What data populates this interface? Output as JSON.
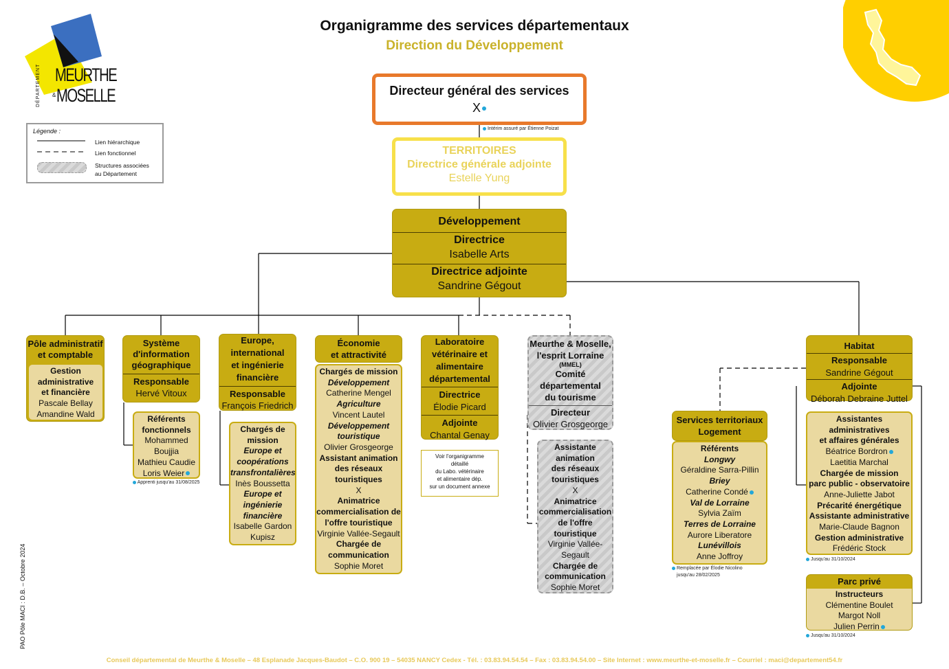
{
  "header": {
    "title": "Organigramme des services départementaux",
    "subtitle": "Direction du Développement"
  },
  "logo": {
    "small": "DÉPARTEMENT",
    "line1": "MEURTHE",
    "amp": "&",
    "line2": "MOSELLE"
  },
  "legend": {
    "title": "Légende :",
    "items": [
      "Lien hiérarchique",
      "Lien fonctionnel",
      "Structures associées",
      "au Département"
    ]
  },
  "dgs": {
    "title": "Directeur général des services",
    "name": "X",
    "note": "Intérim assuré par Étienne Poizat"
  },
  "territoires": {
    "title": "TERRITOIRES",
    "role": "Directrice générale adjointe",
    "name": "Estelle Yung"
  },
  "dev": {
    "title": "Développement",
    "role1": "Directrice",
    "name1": "Isabelle Arts",
    "role2": "Directrice adjointe",
    "name2": "Sandrine Gégout"
  },
  "pole_admin": {
    "title1": "Pôle administratif",
    "title2": "et comptable",
    "lines": [
      "Gestion",
      "administrative",
      "et financière"
    ],
    "names": [
      "Pascale Bellay",
      "Amandine Wald"
    ]
  },
  "sig": {
    "title": [
      "Système",
      "d'information",
      "géographique"
    ],
    "role": "Responsable",
    "name": "Hervé Vitoux",
    "sub_title": [
      "Référents",
      "fonctionnels"
    ],
    "sub_names": [
      "Mohammed",
      "Boujjia",
      "Mathieu Caudie",
      "Loris Weier"
    ],
    "note": "Apprenti jusqu'au 31/08/2025"
  },
  "europe": {
    "title": [
      "Europe,",
      "international",
      "et ingénierie",
      "financière"
    ],
    "role": "Responsable",
    "name": "François Friedrich",
    "sub": [
      {
        "t": "Chargés de",
        "s": "b"
      },
      {
        "t": "mission",
        "s": "b"
      },
      {
        "t": "Europe et",
        "s": "bi"
      },
      {
        "t": "coopérations",
        "s": "bi"
      },
      {
        "t": "transfrontalières",
        "s": "bi"
      },
      {
        "t": "Inès Boussetta",
        "s": ""
      },
      {
        "t": "Europe et",
        "s": "bi"
      },
      {
        "t": "ingénierie",
        "s": "bi"
      },
      {
        "t": "financière",
        "s": "bi"
      },
      {
        "t": "Isabelle Gardon",
        "s": ""
      },
      {
        "t": "Kupisz",
        "s": ""
      }
    ]
  },
  "eco": {
    "title": [
      "Économie",
      "et attractivité"
    ],
    "lines": [
      {
        "t": "Chargés de mission",
        "s": "b"
      },
      {
        "t": "Développement",
        "s": "bi"
      },
      {
        "t": "Catherine Mengel",
        "s": ""
      },
      {
        "t": "Agriculture",
        "s": "bi"
      },
      {
        "t": "Vincent Lautel",
        "s": ""
      },
      {
        "t": "Développement",
        "s": "bi"
      },
      {
        "t": "touristique",
        "s": "bi"
      },
      {
        "t": "Olivier Grosgeorge",
        "s": ""
      },
      {
        "t": "Assistant animation",
        "s": "b"
      },
      {
        "t": "des réseaux",
        "s": "b"
      },
      {
        "t": "touristiques",
        "s": "b"
      },
      {
        "t": "X",
        "s": ""
      },
      {
        "t": "Animatrice",
        "s": "b"
      },
      {
        "t": "commercialisation de",
        "s": "b"
      },
      {
        "t": "l'offre touristique",
        "s": "b"
      },
      {
        "t": "Virginie Vallée-Segault",
        "s": ""
      },
      {
        "t": "Chargée de",
        "s": "b"
      },
      {
        "t": "communication",
        "s": "b"
      },
      {
        "t": "Sophie Moret",
        "s": ""
      }
    ]
  },
  "labo": {
    "title": [
      "Laboratoire",
      "vétérinaire et",
      "alimentaire",
      "départemental"
    ],
    "role1": "Directrice",
    "name1": "Élodie Picard",
    "role2": "Adjointe",
    "name2": "Chantal Genay",
    "note": [
      "Voir l'organigramme",
      "détaillé",
      "du Labo. vétérinaire",
      "et alimentaire dép.",
      "sur un document annexe"
    ]
  },
  "mmel": {
    "title": [
      "Meurthe & Moselle,",
      "l'esprit Lorraine"
    ],
    "abbr": "(MMEL)",
    "sub": [
      "Comité",
      "départemental",
      "du tourisme"
    ],
    "role": "Directeur",
    "name": "Olivier Grosgeorge",
    "lines": [
      {
        "t": "Assistante",
        "s": "b"
      },
      {
        "t": "animation",
        "s": "b"
      },
      {
        "t": "des réseaux",
        "s": "b"
      },
      {
        "t": "touristiques",
        "s": "b"
      },
      {
        "t": "X",
        "s": ""
      },
      {
        "t": "Animatrice",
        "s": "b"
      },
      {
        "t": "commercialisation",
        "s": "b"
      },
      {
        "t": "de l'offre",
        "s": "b"
      },
      {
        "t": "touristique",
        "s": "b"
      },
      {
        "t": "Virginie Vallée-",
        "s": ""
      },
      {
        "t": "Segault",
        "s": ""
      },
      {
        "t": "Chargée de",
        "s": "b"
      },
      {
        "t": "communication",
        "s": "b"
      },
      {
        "t": "Sophie Moret",
        "s": ""
      }
    ]
  },
  "habitat": {
    "title": "Habitat",
    "role1": "Responsable",
    "name1": "Sandrine Gégout",
    "role2": "Adjointe",
    "name2": "Déborah Debraine Juttel",
    "assist": [
      {
        "t": "Assistantes",
        "s": "b"
      },
      {
        "t": "administratives",
        "s": "b"
      },
      {
        "t": "et affaires générales",
        "s": "b"
      },
      {
        "t": "Béatrice Bordron",
        "s": "dot"
      },
      {
        "t": "Laetitia Marchal",
        "s": ""
      },
      {
        "t": "Chargée de mission",
        "s": "b"
      },
      {
        "t": "parc public - observatoire",
        "s": "b"
      },
      {
        "t": "Anne-Juliette Jabot",
        "s": ""
      },
      {
        "t": "Précarité énergétique",
        "s": "b"
      },
      {
        "t": "Assistante administrative",
        "s": "b"
      },
      {
        "t": "Marie-Claude Bagnon",
        "s": ""
      },
      {
        "t": "Gestion administrative",
        "s": "b"
      },
      {
        "t": "Frédéric Stock",
        "s": ""
      }
    ],
    "assist_note": "Jusqu'au 31/10/2024",
    "prive_title": "Parc privé",
    "prive": [
      {
        "t": "Instructeurs",
        "s": "b"
      },
      {
        "t": "Clémentine Boulet",
        "s": ""
      },
      {
        "t": "Margot Noll",
        "s": ""
      },
      {
        "t": "Julien Perrin",
        "s": "dot"
      }
    ],
    "prive_note": "Jusqu'au 31/10/2024"
  },
  "services_terr": {
    "title": [
      "Services territoriaux",
      "Logement"
    ],
    "lines": [
      {
        "t": "Référents",
        "s": "b"
      },
      {
        "t": "Longwy",
        "s": "bi"
      },
      {
        "t": "Géraldine Sarra-Pillin",
        "s": ""
      },
      {
        "t": "Briey",
        "s": "bi"
      },
      {
        "t": "Catherine Condé",
        "s": "dot"
      },
      {
        "t": "Val de Lorraine",
        "s": "bi"
      },
      {
        "t": "Sylvia Zaïm",
        "s": ""
      },
      {
        "t": "Terres de Lorraine",
        "s": "bi"
      },
      {
        "t": "Aurore Liberatore",
        "s": ""
      },
      {
        "t": "Lunévillois",
        "s": "bi"
      },
      {
        "t": "Anne Joffroy",
        "s": ""
      }
    ],
    "note1": "Remplacée par Élodie Nicolino",
    "note2": "jusqu'au 28/02/2025"
  },
  "footer": {
    "text": "Conseil départemental de Meurthe & Moselle – 48 Esplanade Jacques-Baudot – C.O. 900 19 – 54035 NANCY Cedex - Tél. : 03.83.94.54.54 – Fax : 03.83.94.54.00 – Site Internet : www.meurthe-et-moselle.fr – Courriel : maci@departement54.fr",
    "pao": "PAO Pôle MACI : D.B. – Octobre 2024"
  },
  "colors": {
    "gold": "#c8ac12",
    "pale": "#ead9a0",
    "orange": "#e8792b",
    "yellow": "#f7e04a",
    "accent_dot": "#23a7d9"
  }
}
